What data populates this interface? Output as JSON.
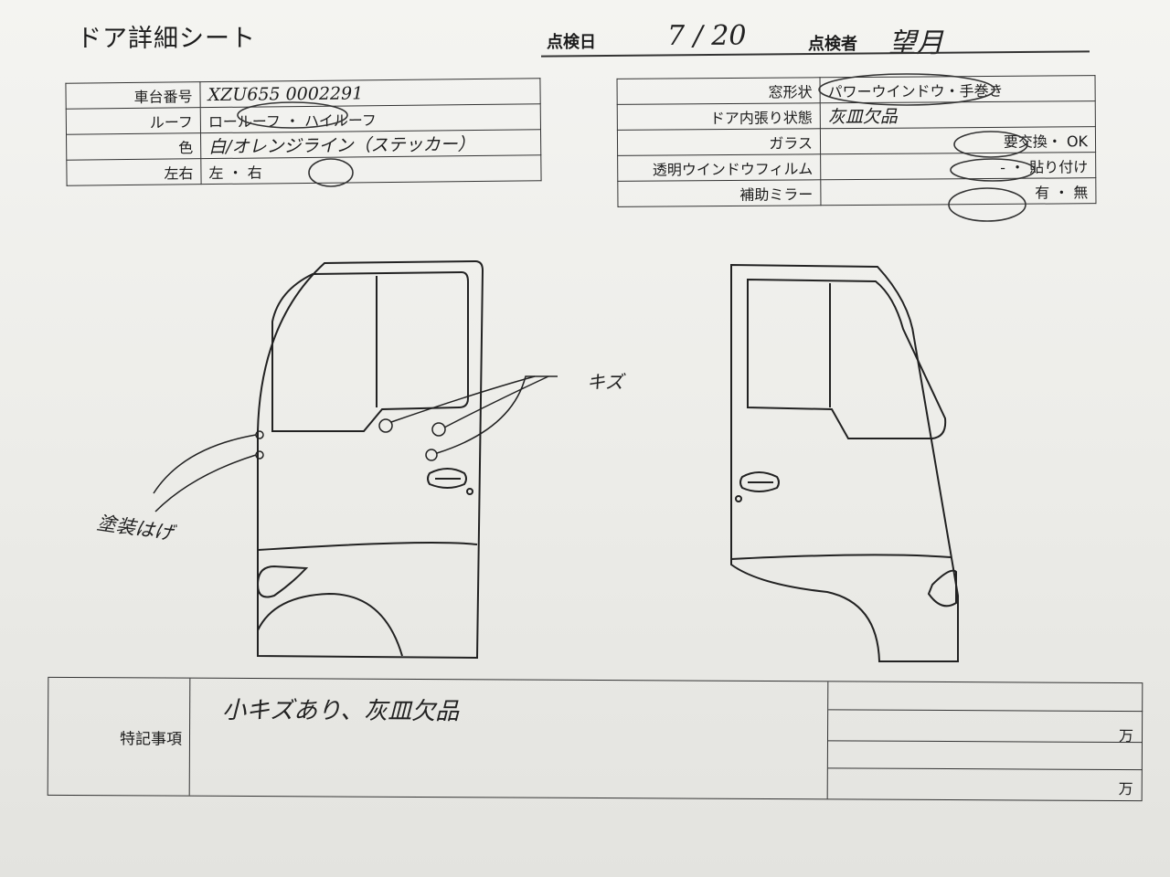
{
  "header": {
    "title": "ドア詳細シート",
    "date_label": "点検日",
    "date_value": "7 / 20",
    "inspector_label": "点検者",
    "inspector_value": "望月"
  },
  "vehicle_table": [
    {
      "label": "車台番号",
      "value": "XZU655  0002291"
    },
    {
      "label": "ルーフ",
      "value": "ロールーフ ・ ハイルーフ"
    },
    {
      "label": "色",
      "value": "白/オレンジライン（ステッカー）"
    },
    {
      "label": "左右",
      "value": "左 ・ 右"
    }
  ],
  "door_table": [
    {
      "label": "窓形状",
      "value": "パワーウインドウ・手巻き"
    },
    {
      "label": "ドア内張り状態",
      "value": "灰皿欠品"
    },
    {
      "label": "ガラス",
      "value": "要交換・ OK"
    },
    {
      "label": "透明ウインドウフィルム",
      "value": "- ・ 貼り付け"
    },
    {
      "label": "補助ミラー",
      "value": "有 ・ 無"
    }
  ],
  "annotations": {
    "scratch": "キズ",
    "paint_peel": "塗装はげ"
  },
  "notes": {
    "label": "特記事項",
    "text": "小キズあり、灰皿欠品",
    "unit1": "万",
    "unit2": "万"
  }
}
